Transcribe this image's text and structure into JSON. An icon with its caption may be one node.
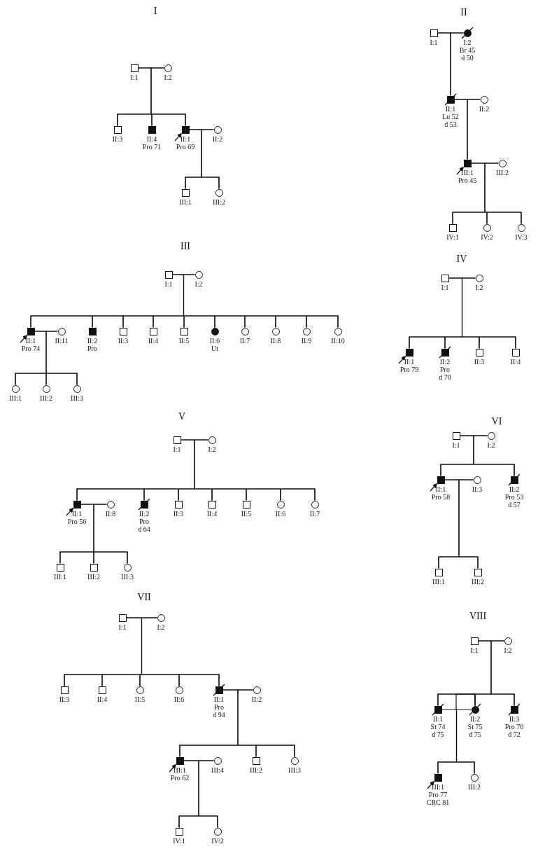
{
  "diagram": {
    "nodes": [
      {
        "text": [],
        "shape": "box",
        "beside": [
          "I:1"
        ]
      },
      {
        "text": [],
        "shape": "circle",
        "beside": [
          "I:2"
        ]
      },
      {
        "text": [],
        "shape": "box",
        "beside": [
          "II:3"
        ]
      },
      {
        "text": [],
        "shape": "filled-box",
        "beside": [
          "II:4",
          "Pro 71"
        ]
      },
      {
        "text": [],
        "shape": "filled-box",
        "beside": [
          "II:1",
          "Pro 69"
        ]
      },
      {
        "text": [],
        "shape": "circle",
        "beside": [
          "II:2"
        ]
      },
      {
        "text": [],
        "shape": "box",
        "beside": [
          "III:1"
        ]
      },
      {
        "text": [],
        "shape": "circle",
        "beside": [
          "III:2"
        ]
      },
      {
        "text": [],
        "shape": "box",
        "beside": [
          "I:1"
        ]
      },
      {
        "text": [],
        "shape": "slashed-filled-circle",
        "beside": [
          "I:2",
          "Br 45",
          "d 50"
        ]
      },
      {
        "text": [],
        "shape": "slashed-filled-box",
        "beside": [
          "II:1",
          "Lu 52",
          "d 53"
        ]
      },
      {
        "text": [],
        "shape": "circle",
        "beside": [
          "II:2"
        ]
      },
      {
        "text": [],
        "shape": "filled-box",
        "beside": [
          "III:1",
          "Pro 45"
        ]
      },
      {
        "text": [],
        "shape": "circle",
        "beside": [
          "III:2"
        ]
      },
      {
        "text": [],
        "shape": "box",
        "beside": [
          "IV:1"
        ]
      },
      {
        "text": [],
        "shape": "circle",
        "beside": [
          "IV:2"
        ]
      },
      {
        "text": [],
        "shape": "circle",
        "beside": [
          "IV:3"
        ]
      },
      {
        "text": [],
        "shape": "box",
        "beside": [
          "I:1"
        ]
      },
      {
        "text": [],
        "shape": "circle",
        "beside": [
          "I:2"
        ]
      },
      {
        "text": [],
        "shape": "filled-box",
        "beside": [
          "II:1",
          "Pro 74"
        ]
      },
      {
        "text": [],
        "shape": "circle",
        "beside": [
          "II:11"
        ]
      },
      {
        "text": [],
        "shape": "filled-box",
        "beside": [
          "II:2",
          "Pro"
        ]
      },
      {
        "text": [],
        "shape": "box",
        "beside": [
          "II:3"
        ]
      },
      {
        "text": [],
        "shape": "box",
        "beside": [
          "II:4"
        ]
      },
      {
        "text": [],
        "shape": "box",
        "beside": [
          "II:5"
        ]
      },
      {
        "text": [],
        "shape": "filled-circle",
        "beside": [
          "II:6",
          "Ut"
        ]
      },
      {
        "text": [],
        "shape": "circle",
        "beside": [
          "II:7"
        ]
      },
      {
        "text": [],
        "shape": "circle",
        "beside": [
          "II:8"
        ]
      },
      {
        "text": [],
        "shape": "circle",
        "beside": [
          "II:9"
        ]
      },
      {
        "text": [],
        "shape": "circle",
        "beside": [
          "II:10"
        ]
      },
      {
        "text": [],
        "shape": "circle",
        "beside": [
          "III:1"
        ]
      },
      {
        "text": [],
        "shape": "circle",
        "beside": [
          "III:2"
        ]
      },
      {
        "text": [],
        "shape": "circle",
        "beside": [
          "III:3"
        ]
      },
      {
        "text": [],
        "shape": "box",
        "beside": [
          "I:1"
        ]
      },
      {
        "text": [],
        "shape": "circle",
        "beside": [
          "I:2"
        ]
      },
      {
        "text": [],
        "shape": "filled-box",
        "beside": [
          "II:1",
          "Pro 79"
        ]
      },
      {
        "text": [],
        "shape": "slashed-filled-box",
        "beside": [
          "II:2",
          "Pro",
          "d 70"
        ]
      },
      {
        "text": [],
        "shape": "box",
        "beside": [
          "II:3"
        ]
      },
      {
        "text": [],
        "shape": "box",
        "beside": [
          "II:4"
        ]
      },
      {
        "text": [],
        "shape": "box",
        "beside": [
          "I:1"
        ]
      },
      {
        "text": [],
        "shape": "circle",
        "beside": [
          "I:2"
        ]
      },
      {
        "text": [],
        "shape": "filled-box",
        "beside": [
          "II:1",
          "Pro 56"
        ]
      },
      {
        "text": [],
        "shape": "circle",
        "beside": [
          "II:8"
        ]
      },
      {
        "text": [],
        "shape": "slashed-filled-box",
        "beside": [
          "II:2",
          "Pro",
          "d 64"
        ]
      },
      {
        "text": [],
        "shape": "box",
        "beside": [
          "II:3"
        ]
      },
      {
        "text": [],
        "shape": "box",
        "beside": [
          "II:4"
        ]
      },
      {
        "text": [],
        "shape": "box",
        "beside": [
          "II:5"
        ]
      },
      {
        "text": [],
        "shape": "circle",
        "beside": [
          "II:6"
        ]
      },
      {
        "text": [],
        "shape": "circle",
        "beside": [
          "II:7"
        ]
      },
      {
        "text": [],
        "shape": "box",
        "beside": [
          "III:1"
        ]
      },
      {
        "text": [],
        "shape": "box",
        "beside": [
          "III:2"
        ]
      },
      {
        "text": [],
        "shape": "circle",
        "beside": [
          "III:3"
        ]
      },
      {
        "text": [],
        "shape": "box",
        "beside": [
          "I:1"
        ]
      },
      {
        "text": [],
        "shape": "circle",
        "beside": [
          "I:2"
        ]
      },
      {
        "text": [],
        "shape": "filled-box",
        "beside": [
          "II:1",
          "Pro 58"
        ]
      },
      {
        "text": [],
        "shape": "circle",
        "beside": [
          "II:3"
        ]
      },
      {
        "text": [],
        "shape": "slashed-filled-box",
        "beside": [
          "II:2",
          "Pro 53",
          "d 57"
        ]
      },
      {
        "text": [],
        "shape": "box",
        "beside": [
          "III:1"
        ]
      },
      {
        "text": [],
        "shape": "box",
        "beside": [
          "III:2"
        ]
      },
      {
        "text": [],
        "shape": "box",
        "beside": [
          "I:1"
        ]
      },
      {
        "text": [],
        "shape": "circle",
        "beside": [
          "I:2"
        ]
      },
      {
        "text": [],
        "shape": "box",
        "beside": [
          "II:3"
        ]
      },
      {
        "text": [],
        "shape": "box",
        "beside": [
          "II:4"
        ]
      },
      {
        "text": [],
        "shape": "circle",
        "beside": [
          "II:5"
        ]
      },
      {
        "text": [],
        "shape": "circle",
        "beside": [
          "II:6"
        ]
      },
      {
        "text": [],
        "shape": "slashed-filled-box",
        "beside": [
          "II:1",
          "Pro",
          "d 94"
        ]
      },
      {
        "text": [],
        "shape": "circle",
        "beside": [
          "II:2"
        ]
      },
      {
        "text": [],
        "shape": "filled-box",
        "beside": [
          "III:1",
          "Pro 62"
        ]
      },
      {
        "text": [],
        "shape": "circle",
        "beside": [
          "III:4"
        ]
      },
      {
        "text": [],
        "shape": "box",
        "beside": [
          "III:2"
        ]
      },
      {
        "text": [],
        "shape": "circle",
        "beside": [
          "III:3"
        ]
      },
      {
        "text": [],
        "shape": "box",
        "beside": [
          "IV:1"
        ]
      },
      {
        "text": [],
        "shape": "circle",
        "beside": [
          "IV:2"
        ]
      },
      {
        "text": [],
        "shape": "box",
        "beside": [
          "I:1"
        ]
      },
      {
        "text": [],
        "shape": "circle",
        "beside": [
          "I:2"
        ]
      },
      {
        "text": [],
        "shape": "slashed-filled-box",
        "beside": [
          "II:1",
          "St 74",
          "d 75"
        ]
      },
      {
        "text": [],
        "shape": "slashed-filled-circle",
        "beside": [
          "II:2",
          "St 75",
          "d 75"
        ]
      },
      {
        "text": [],
        "shape": "slashed-filled-box",
        "beside": [
          "II:3",
          "Pro 70",
          "d 72"
        ]
      },
      {
        "text": [],
        "shape": "filled-box",
        "beside": [
          "III:1",
          "Pro 77",
          "CRC 81"
        ]
      },
      {
        "text": [],
        "shape": "circle",
        "beside": [
          "III:2"
        ]
      }
    ],
    "edges": [
      {
        "from": 0,
        "to": 1,
        "arrow": "none"
      },
      {
        "from": 0,
        "to": 2,
        "arrow": "none"
      },
      {
        "from": 1,
        "to": 2,
        "arrow": "none"
      },
      {
        "from": 0,
        "to": 3,
        "arrow": "none"
      },
      {
        "from": 1,
        "to": 3,
        "arrow": "none"
      },
      {
        "from": 0,
        "to": 4,
        "arrow": "none"
      },
      {
        "from": 1,
        "to": 4,
        "arrow": "none"
      },
      {
        "from": 4,
        "to": 5,
        "arrow": "none"
      },
      {
        "from": 4,
        "to": 6,
        "arrow": "none"
      },
      {
        "from": 5,
        "to": 6,
        "arrow": "none"
      },
      {
        "from": 4,
        "to": 7,
        "arrow": "none"
      },
      {
        "from": 5,
        "to": 7,
        "arrow": "none"
      },
      {
        "from": 8,
        "to": 9,
        "arrow": "none"
      },
      {
        "from": 8,
        "to": 10,
        "arrow": "none"
      },
      {
        "from": 9,
        "to": 10,
        "arrow": "none"
      },
      {
        "from": 10,
        "to": 11,
        "arrow": "none"
      },
      {
        "from": 10,
        "to": 12,
        "arrow": "none"
      },
      {
        "from": 11,
        "to": 12,
        "arrow": "none"
      },
      {
        "from": 12,
        "to": 13,
        "arrow": "none"
      },
      {
        "from": 12,
        "to": 14,
        "arrow": "none"
      },
      {
        "from": 13,
        "to": 14,
        "arrow": "none"
      },
      {
        "from": 12,
        "to": 15,
        "arrow": "none"
      },
      {
        "from": 13,
        "to": 15,
        "arrow": "none"
      },
      {
        "from": 12,
        "to": 16,
        "arrow": "none"
      },
      {
        "from": 13,
        "to": 16,
        "arrow": "none"
      },
      {
        "from": 17,
        "to": 18,
        "arrow": "none"
      },
      {
        "from": 17,
        "to": 19,
        "arrow": "none"
      },
      {
        "from": 18,
        "to": 19,
        "arrow": "none"
      },
      {
        "from": 17,
        "to": 21,
        "arrow": "none"
      },
      {
        "from": 18,
        "to": 21,
        "arrow": "none"
      },
      {
        "from": 17,
        "to": 22,
        "arrow": "none"
      },
      {
        "from": 18,
        "to": 22,
        "arrow": "none"
      },
      {
        "from": 17,
        "to": 23,
        "arrow": "none"
      },
      {
        "from": 18,
        "to": 23,
        "arrow": "none"
      },
      {
        "from": 17,
        "to": 24,
        "arrow": "none"
      },
      {
        "from": 18,
        "to": 24,
        "arrow": "none"
      },
      {
        "from": 17,
        "to": 25,
        "arrow": "none"
      },
      {
        "from": 18,
        "to": 25,
        "arrow": "none"
      },
      {
        "from": 17,
        "to": 26,
        "arrow": "none"
      },
      {
        "from": 18,
        "to": 26,
        "arrow": "none"
      },
      {
        "from": 17,
        "to": 27,
        "arrow": "none"
      },
      {
        "from": 18,
        "to": 27,
        "arrow": "none"
      },
      {
        "from": 17,
        "to": 28,
        "arrow": "none"
      },
      {
        "from": 18,
        "to": 28,
        "arrow": "none"
      },
      {
        "from": 17,
        "to": 29,
        "arrow": "none"
      },
      {
        "from": 18,
        "to": 29,
        "arrow": "none"
      },
      {
        "from": 19,
        "to": 20,
        "arrow": "none"
      },
      {
        "from": 19,
        "to": 30,
        "arrow": "none"
      },
      {
        "from": 20,
        "to": 30,
        "arrow": "none"
      },
      {
        "from": 19,
        "to": 31,
        "arrow": "none"
      },
      {
        "from": 20,
        "to": 31,
        "arrow": "none"
      },
      {
        "from": 19,
        "to": 32,
        "arrow": "none"
      },
      {
        "from": 20,
        "to": 32,
        "arrow": "none"
      },
      {
        "from": 33,
        "to": 34,
        "arrow": "none"
      },
      {
        "from": 33,
        "to": 35,
        "arrow": "none"
      },
      {
        "from": 34,
        "to": 35,
        "arrow": "none"
      },
      {
        "from": 33,
        "to": 36,
        "arrow": "none"
      },
      {
        "from": 34,
        "to": 36,
        "arrow": "none"
      },
      {
        "from": 33,
        "to": 37,
        "arrow": "none"
      },
      {
        "from": 34,
        "to": 37,
        "arrow": "none"
      },
      {
        "from": 33,
        "to": 38,
        "arrow": "none"
      },
      {
        "from": 34,
        "to": 38,
        "arrow": "none"
      },
      {
        "from": 39,
        "to": 40,
        "arrow": "none"
      },
      {
        "from": 39,
        "to": 41,
        "arrow": "none"
      },
      {
        "from": 40,
        "to": 41,
        "arrow": "none"
      },
      {
        "from": 39,
        "to": 43,
        "arrow": "none"
      },
      {
        "from": 40,
        "to": 43,
        "arrow": "none"
      },
      {
        "from": 39,
        "to": 44,
        "arrow": "none"
      },
      {
        "from": 40,
        "to": 44,
        "arrow": "none"
      },
      {
        "from": 39,
        "to": 45,
        "arrow": "none"
      },
      {
        "from": 40,
        "to": 45,
        "arrow": "none"
      },
      {
        "from": 39,
        "to": 46,
        "arrow": "none"
      },
      {
        "from": 40,
        "to": 46,
        "arrow": "none"
      },
      {
        "from": 39,
        "to": 47,
        "arrow": "none"
      },
      {
        "from": 40,
        "to": 47,
        "arrow": "none"
      },
      {
        "from": 39,
        "to": 48,
        "arrow": "none"
      },
      {
        "from": 40,
        "to": 48,
        "arrow": "none"
      },
      {
        "from": 41,
        "to": 42,
        "arrow": "none"
      },
      {
        "from": 41,
        "to": 49,
        "arrow": "none"
      },
      {
        "from": 42,
        "to": 49,
        "arrow": "none"
      },
      {
        "from": 41,
        "to": 50,
        "arrow": "none"
      },
      {
        "from": 42,
        "to": 50,
        "arrow": "none"
      },
      {
        "from": 41,
        "to": 51,
        "arrow": "none"
      },
      {
        "from": 42,
        "to": 51,
        "arrow": "none"
      },
      {
        "from": 52,
        "to": 53,
        "arrow": "none"
      },
      {
        "from": 52,
        "to": 54,
        "arrow": "none"
      },
      {
        "from": 53,
        "to": 54,
        "arrow": "none"
      },
      {
        "from": 52,
        "to": 56,
        "arrow": "none"
      },
      {
        "from": 53,
        "to": 56,
        "arrow": "none"
      },
      {
        "from": 54,
        "to": 55,
        "arrow": "none"
      },
      {
        "from": 54,
        "to": 57,
        "arrow": "none"
      },
      {
        "from": 55,
        "to": 57,
        "arrow": "none"
      },
      {
        "from": 54,
        "to": 58,
        "arrow": "none"
      },
      {
        "from": 55,
        "to": 58,
        "arrow": "none"
      },
      {
        "from": 59,
        "to": 60,
        "arrow": "none"
      },
      {
        "from": 59,
        "to": 61,
        "arrow": "none"
      },
      {
        "from": 60,
        "to": 61,
        "arrow": "none"
      },
      {
        "from": 59,
        "to": 62,
        "arrow": "none"
      },
      {
        "from": 60,
        "to": 62,
        "arrow": "none"
      },
      {
        "from": 59,
        "to": 63,
        "arrow": "none"
      },
      {
        "from": 60,
        "to": 63,
        "arrow": "none"
      },
      {
        "from": 59,
        "to": 64,
        "arrow": "none"
      },
      {
        "from": 60,
        "to": 64,
        "arrow": "none"
      },
      {
        "from": 59,
        "to": 65,
        "arrow": "none"
      },
      {
        "from": 60,
        "to": 65,
        "arrow": "none"
      },
      {
        "from": 65,
        "to": 66,
        "arrow": "none"
      },
      {
        "from": 65,
        "to": 67,
        "arrow": "none"
      },
      {
        "from": 66,
        "to": 67,
        "arrow": "none"
      },
      {
        "from": 65,
        "to": 69,
        "arrow": "none"
      },
      {
        "from": 66,
        "to": 69,
        "arrow": "none"
      },
      {
        "from": 65,
        "to": 70,
        "arrow": "none"
      },
      {
        "from": 66,
        "to": 70,
        "arrow": "none"
      },
      {
        "from": 67,
        "to": 68,
        "arrow": "none"
      },
      {
        "from": 67,
        "to": 71,
        "arrow": "none"
      },
      {
        "from": 68,
        "to": 71,
        "arrow": "none"
      },
      {
        "from": 67,
        "to": 72,
        "arrow": "none"
      },
      {
        "from": 68,
        "to": 72,
        "arrow": "none"
      },
      {
        "from": 73,
        "to": 74,
        "arrow": "none"
      },
      {
        "from": 73,
        "to": 75,
        "arrow": "none"
      },
      {
        "from": 74,
        "to": 75,
        "arrow": "none"
      },
      {
        "from": 73,
        "to": 76,
        "arrow": "none"
      },
      {
        "from": 74,
        "to": 76,
        "arrow": "none"
      },
      {
        "from": 73,
        "to": 77,
        "arrow": "none"
      },
      {
        "from": 74,
        "to": 77,
        "arrow": "none"
      },
      {
        "from": 75,
        "to": 76,
        "arrow": "none"
      },
      {
        "from": 75,
        "to": 78,
        "arrow": "none"
      },
      {
        "from": 76,
        "to": 78,
        "arrow": "none"
      },
      {
        "from": 75,
        "to": 79,
        "arrow": "none"
      },
      {
        "from": 76,
        "to": 79,
        "arrow": "none"
      },
      {
        "from": null,
        "to": 4,
        "arrow": "to"
      },
      {
        "from": null,
        "to": 12,
        "arrow": "to"
      },
      {
        "from": null,
        "to": 19,
        "arrow": "to"
      },
      {
        "from": null,
        "to": 35,
        "arrow": "to"
      },
      {
        "from": null,
        "to": 41,
        "arrow": "to"
      },
      {
        "from": null,
        "to": 54,
        "arrow": "to"
      },
      {
        "from": null,
        "to": 67,
        "arrow": "to"
      },
      {
        "from": null,
        "to": 78,
        "arrow": "to"
      }
    ],
    "labels": [
      "I",
      "II",
      "III",
      "IV",
      "V",
      "VI",
      "VII",
      "VIII"
    ]
  }
}
